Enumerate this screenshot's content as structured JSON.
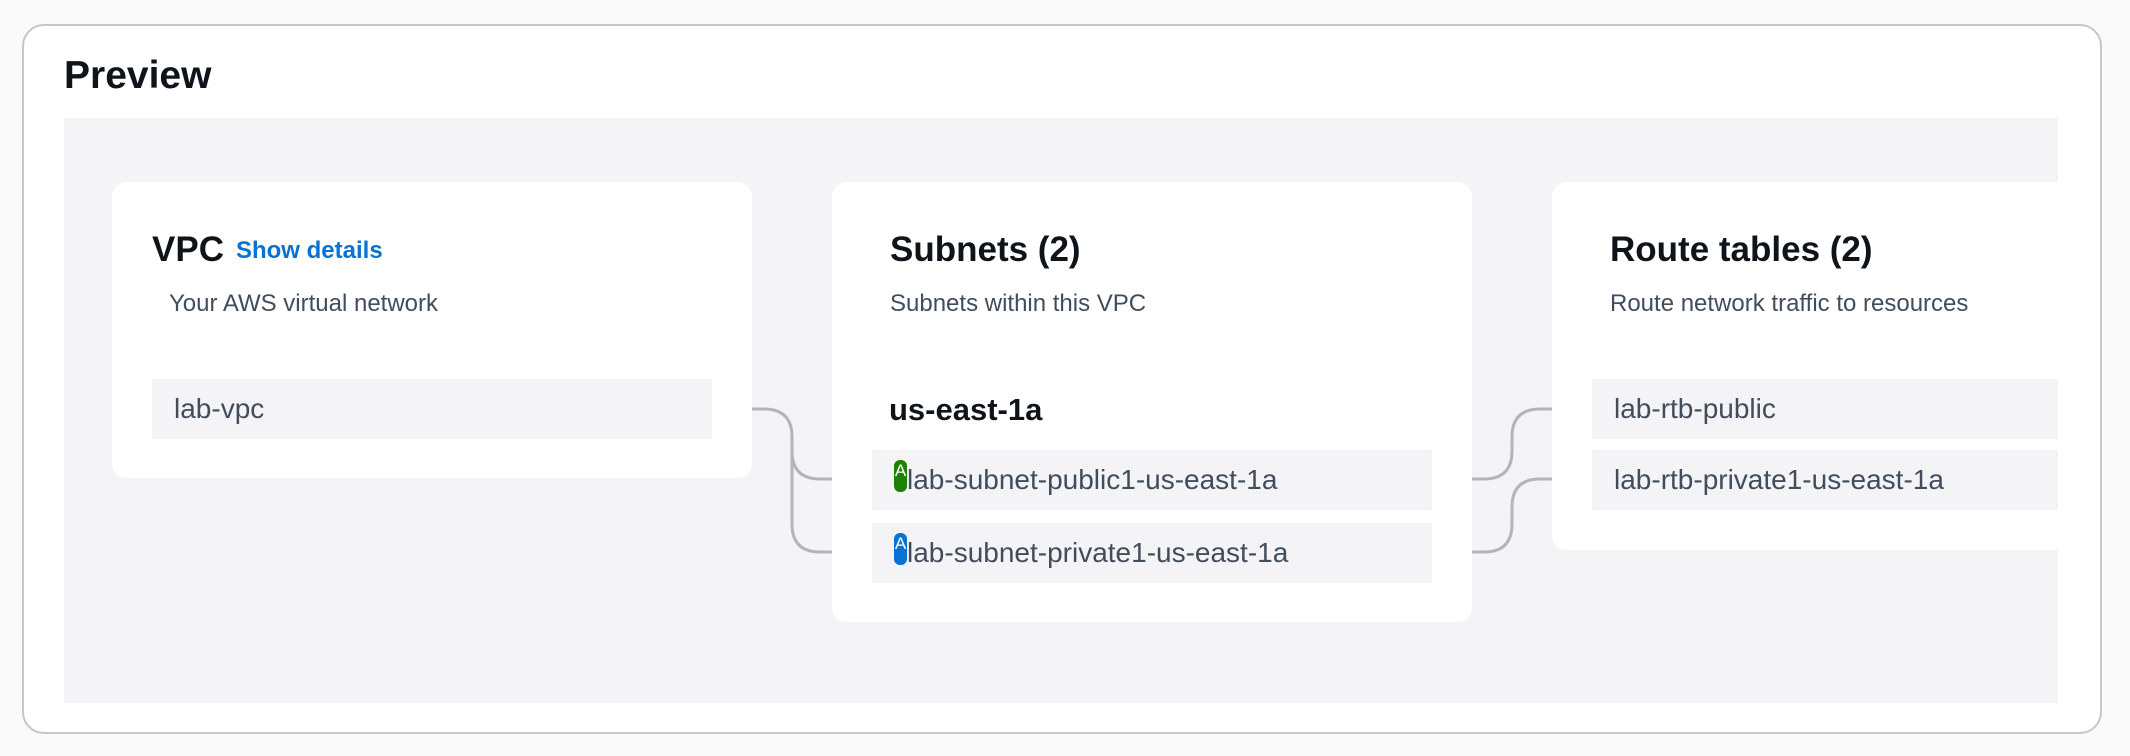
{
  "panel": {
    "title": "Preview"
  },
  "vpc": {
    "title": "VPC",
    "link": "Show details",
    "description": "Your AWS virtual network",
    "items": [
      "lab-vpc"
    ]
  },
  "subnets": {
    "title": "Subnets (2)",
    "description": "Subnets within this VPC",
    "zone": "us-east-1a",
    "items": [
      {
        "label": "lab-subnet-public1-us-east-1a",
        "badge": "A",
        "badge_color": "#1d8102"
      },
      {
        "label": "lab-subnet-private1-us-east-1a",
        "badge": "A",
        "badge_color": "#0972d3"
      }
    ]
  },
  "route_tables": {
    "title": "Route tables (2)",
    "description": "Route network traffic to resources",
    "items": [
      "lab-rtb-public",
      "lab-rtb-private1-us-east-1a"
    ]
  },
  "colors": {
    "connector": "#b4b4bb",
    "link": "#0972d3"
  }
}
